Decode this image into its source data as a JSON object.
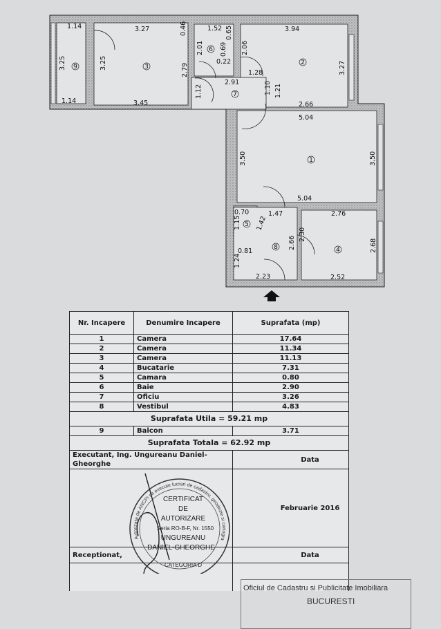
{
  "plan": {
    "rooms": [
      {
        "num": "1"
      },
      {
        "num": "2"
      },
      {
        "num": "3"
      },
      {
        "num": "4"
      },
      {
        "num": "5"
      },
      {
        "num": "6"
      },
      {
        "num": "7"
      },
      {
        "num": "8"
      },
      {
        "num": "9"
      }
    ],
    "dims": [
      "1.14",
      "3.27",
      "0.46",
      "1.52",
      "0.65",
      "3.94",
      "3.25",
      "3.25",
      "2.01",
      "0.69",
      "0.22",
      "2.06",
      "2.79",
      "1.28",
      "3.27",
      "2.91",
      "1.12",
      "1.10",
      "1.21",
      "1.14",
      "3.45",
      "2.66",
      "5.04",
      "3.50",
      "3.50",
      "5.04",
      "0.70",
      "1.47",
      "2.76",
      "1.15",
      "1.42",
      "2.66",
      "2.30",
      "0.81",
      "2.68",
      "1.24",
      "2.23",
      "2.52"
    ]
  },
  "table": {
    "header": {
      "nr": "Nr. Incapere",
      "name": "Denumire Incapere",
      "area": "Suprafata (mp)"
    },
    "rows": [
      {
        "nr": "1",
        "name": "Camera",
        "area": "17.64"
      },
      {
        "nr": "2",
        "name": "Camera",
        "area": "11.34"
      },
      {
        "nr": "3",
        "name": "Camera",
        "area": "11.13"
      },
      {
        "nr": "4",
        "name": "Bucatarie",
        "area": "7.31"
      },
      {
        "nr": "5",
        "name": "Camara",
        "area": "0.80"
      },
      {
        "nr": "6",
        "name": "Baie",
        "area": "2.90"
      },
      {
        "nr": "7",
        "name": "Oficiu",
        "area": "3.26"
      },
      {
        "nr": "8",
        "name": "Vestibul",
        "area": "4.83"
      }
    ],
    "utila": "Suprafata Utila = 59.21 mp",
    "balcon": {
      "nr": "9",
      "name": "Balcon",
      "area": "3.71"
    },
    "totala": "Suprafata Totala = 62.92 mp",
    "executant": "Executant, Ing. Ungureanu Daniel-Gheorghe",
    "data_label": "Data",
    "date": "Februarie 2016",
    "receptionat": "Receptionat,",
    "data_label2": "Data"
  },
  "stamp": {
    "ring": "Autorizata de ANCPI sa execute lucrari de cadastru, geodezie si cartografie",
    "l1": "CERTIFICAT",
    "l2": "DE",
    "l3": "AUTORIZARE",
    "l4": "Seria RO-B-F, Nr. 1550",
    "l5": "UNGUREANU",
    "l6": "DANIEL-GHEORGHE",
    "l7": "CATEGORIA D"
  },
  "ocpi": {
    "l1": "Oficiul de Cadastru si Publicitate Imobiliara",
    "l2": "BUCURESTI"
  }
}
